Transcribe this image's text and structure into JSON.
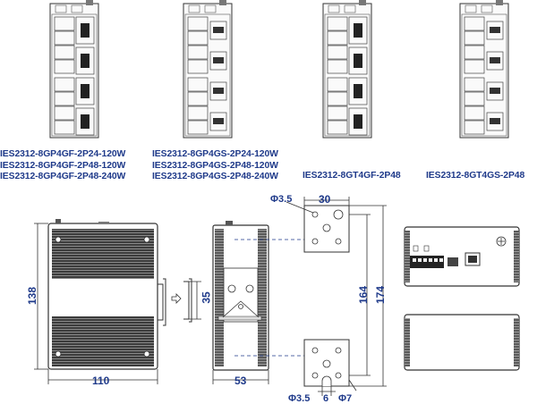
{
  "models": {
    "col1": [
      "IES2312-8GP4GF-2P24-120W",
      "IES2312-8GP4GF-2P48-120W",
      "IES2312-8GP4GF-2P48-240W"
    ],
    "col2": [
      "IES2312-8GP4GS-2P24-120W",
      "IES2312-8GP4GS-2P48-120W",
      "IES2312-8GP4GS-2P48-240W"
    ],
    "col3": [
      "IES2312-8GT4GF-2P48"
    ],
    "col4": [
      "IES2312-8GT4GS-2P48"
    ]
  },
  "dimensions": {
    "height": "138",
    "width": "110",
    "rail": "35",
    "depth": "53",
    "hole_top": "Φ3.5",
    "bracket_width": "30",
    "hole_height": "164",
    "total_height": "174",
    "hole_bottom_left": "Φ3.5",
    "slot_width": "6",
    "hole_bottom_right": "Φ7"
  },
  "colors": {
    "dimension_text": "#1f3a8a",
    "device_outline": "#333333",
    "heatsink": "#4a4a4a"
  }
}
